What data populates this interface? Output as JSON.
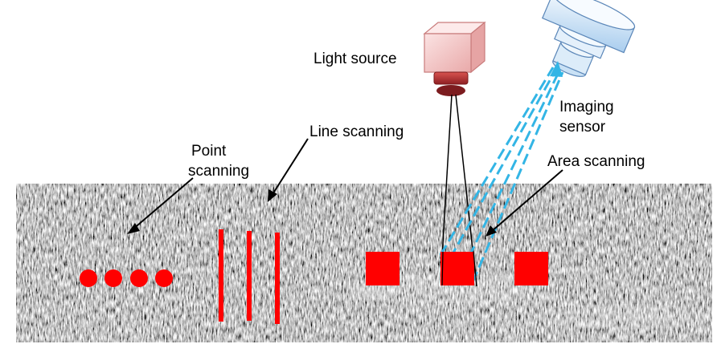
{
  "labels": {
    "light_source": "Light source",
    "line_scanning": "Line scanning",
    "point_scanning_1": "Point",
    "point_scanning_2": "scanning",
    "imaging_sensor_1": "Imaging",
    "imaging_sensor_2": "sensor",
    "area_scanning": "Area scanning"
  },
  "colors": {
    "marker": "#ff0000",
    "beam": "#33b5e5",
    "pointer": "#000000",
    "light_body": "#f2c7c7",
    "light_lens": "#c0393b",
    "sensor_body": "#d6e9f8"
  },
  "icons": {
    "light_source": "light-source-icon",
    "imaging_sensor": "camera-sensor-icon"
  },
  "scan_markers": {
    "point_count": 4,
    "line_count": 3,
    "area_count": 3
  }
}
